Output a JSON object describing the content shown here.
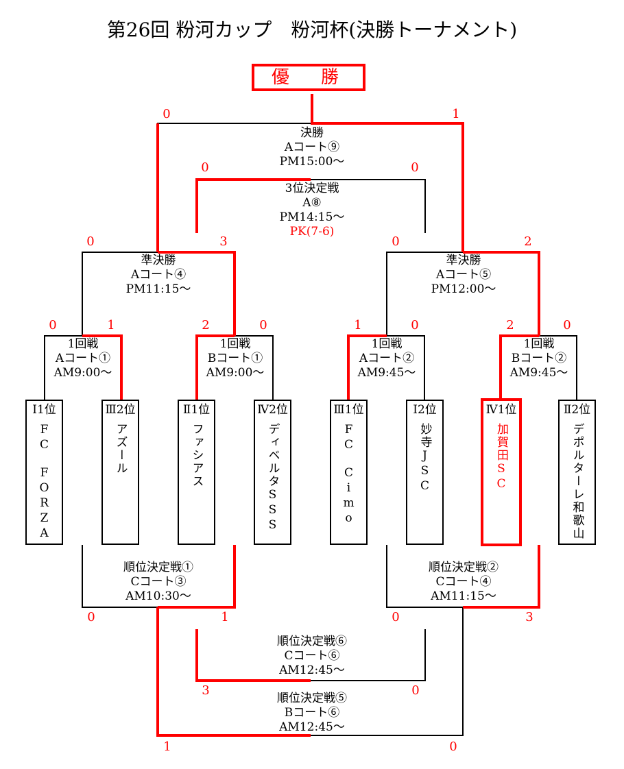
{
  "title": "第26回 粉河カップ　粉河杯(決勝トーナメント)",
  "champion_label": "優　勝",
  "colors": {
    "winner": "#ff0000",
    "line": "#000000"
  },
  "matches": {
    "final": {
      "name": "決勝",
      "court": "Aコート⑨",
      "time": "PM15:00～",
      "score_left": "0",
      "score_right": "1"
    },
    "third": {
      "name": "3位決定戦",
      "court": "A⑧",
      "time": "PM14:15～",
      "pk": "PK(7-6)",
      "score_left": "0",
      "score_right": "0"
    },
    "semi1": {
      "name": "準決勝",
      "court": "Aコート④",
      "time": "PM11:15～",
      "score_left": "0",
      "score_right": "3"
    },
    "semi2": {
      "name": "準決勝",
      "court": "Aコート⑤",
      "time": "PM12:00～",
      "score_left": "0",
      "score_right": "2"
    },
    "r1_1": {
      "name": "1回戦",
      "court": "Aコート①",
      "time": "AM9:00～",
      "score_left": "0",
      "score_right": "1"
    },
    "r1_2": {
      "name": "1回戦",
      "court": "Bコート①",
      "time": "AM9:00～",
      "score_left": "2",
      "score_right": "0"
    },
    "r1_3": {
      "name": "1回戦",
      "court": "Aコート②",
      "time": "AM9:45～",
      "score_left": "1",
      "score_right": "0"
    },
    "r1_4": {
      "name": "1回戦",
      "court": "Bコート②",
      "time": "AM9:45～",
      "score_left": "2",
      "score_right": "0"
    },
    "place1": {
      "name": "順位決定戦①",
      "court": "Cコート③",
      "time": "AM10:30～",
      "score_left": "0",
      "score_right": "1"
    },
    "place2": {
      "name": "順位決定戦②",
      "court": "Cコート④",
      "time": "AM11:15～",
      "score_left": "0",
      "score_right": "3"
    },
    "place6": {
      "name": "順位決定戦⑥",
      "court": "Cコート⑥",
      "time": "AM12:45～",
      "score_left": "3",
      "score_right": "0"
    },
    "place5": {
      "name": "順位決定戦⑤",
      "court": "Bコート⑥",
      "time": "AM12:45～",
      "score_left": "1",
      "score_right": "0"
    }
  },
  "teams": [
    {
      "seed": "Ⅰ1位",
      "name": "FC　FORZA",
      "highlight": false
    },
    {
      "seed": "Ⅲ2位",
      "name": "アズール",
      "highlight": false
    },
    {
      "seed": "Ⅱ1位",
      "name": "ファシアス",
      "highlight": false
    },
    {
      "seed": "Ⅳ2位",
      "name": "ディベルタSSS",
      "highlight": false
    },
    {
      "seed": "Ⅲ1位",
      "name": "FC　Cimo",
      "highlight": false
    },
    {
      "seed": "Ⅰ2位",
      "name": "妙寺JSC",
      "highlight": false
    },
    {
      "seed": "Ⅳ1位",
      "name": "加賀田SC",
      "highlight": true
    },
    {
      "seed": "Ⅱ2位",
      "name": "デポルターレ和歌山",
      "highlight": false
    }
  ]
}
